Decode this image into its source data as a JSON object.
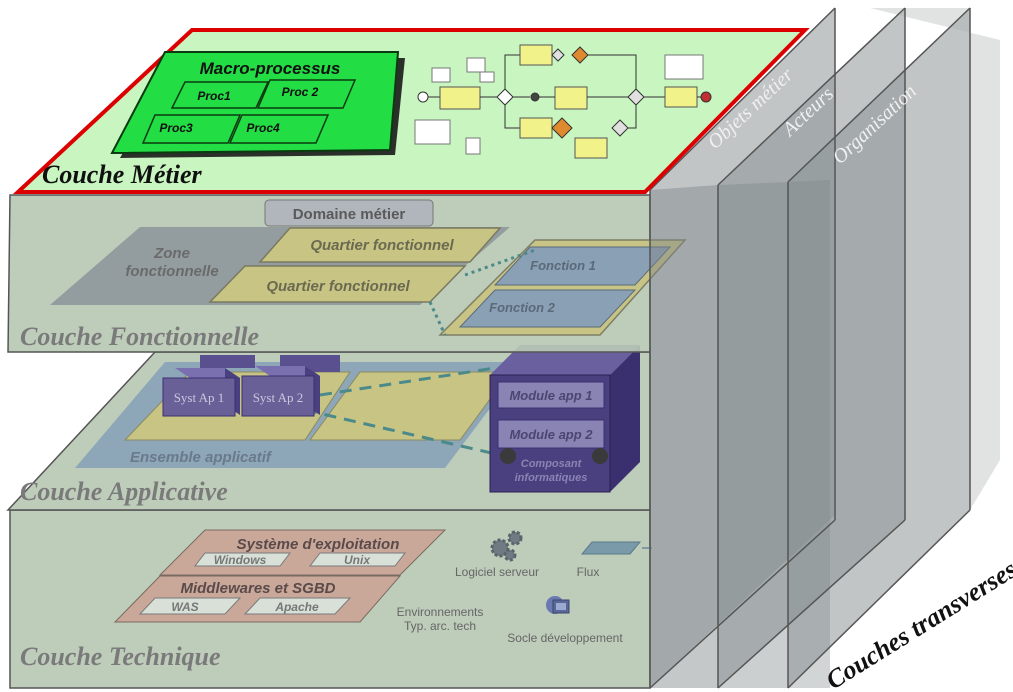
{
  "layers": {
    "metier": {
      "title": "Couche Métier",
      "macro_title": "Macro-processus",
      "procs": [
        "Proc1",
        "Proc 2",
        "Proc3",
        "Proc4"
      ]
    },
    "fonctionnelle": {
      "title": "Couche Fonctionnelle",
      "domaine": "Domaine métier",
      "zone_line1": "Zone",
      "zone_line2": "fonctionnelle",
      "quartier1": "Quartier fonctionnel",
      "quartier2": "Quartier fonctionnel",
      "fonction1": "Fonction 1",
      "fonction2": "Fonction 2"
    },
    "applicative": {
      "title": "Couche Applicative",
      "syst1": "Syst Ap 1",
      "syst2": "Syst Ap 2",
      "ensemble": "Ensemble applicatif",
      "module1": "Module app 1",
      "module2": "Module app 2",
      "composant_line1": "Composant",
      "composant_line2": "informatiques"
    },
    "technique": {
      "title": "Couche Technique",
      "os_title": "Système d'exploitation",
      "windows": "Windows",
      "unix": "Unix",
      "mw_title": "Middlewares et SGBD",
      "was": "WAS",
      "apache": "Apache",
      "logiciel": "Logiciel serveur",
      "flux": "Flux",
      "env_line1": "Environnements",
      "env_line2": "Typ. arc. tech",
      "socle": "Socle développement"
    }
  },
  "transverse": {
    "title": "Couches transverses",
    "planes": [
      "Objets métier",
      "Acteurs",
      "Organisation"
    ]
  },
  "colors": {
    "metier_fill": "#c8f5c0",
    "metier_border": "#dd0000",
    "proc_green": "#22dd44",
    "layer_fill": "#b9ccb4",
    "quartier_yellow": "#c8c484",
    "fonction_blue": "#8aa0b4",
    "module_purple": "#5a5090",
    "transverse_fill": "#9aa2a4"
  }
}
